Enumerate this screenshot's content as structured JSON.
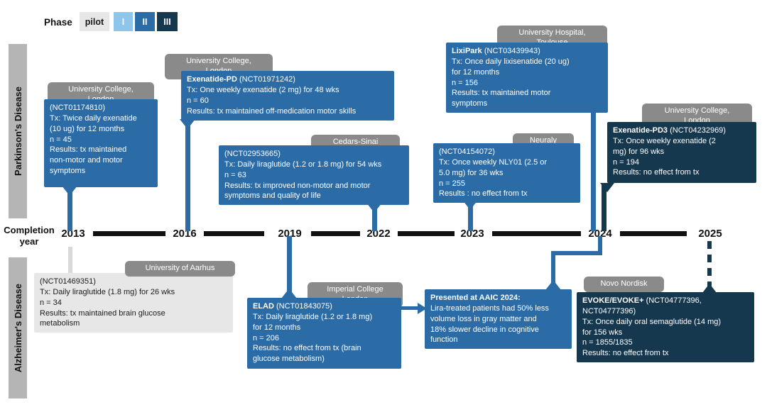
{
  "colors": {
    "phase_pilot": "#e7e7e7",
    "phase_1": "#8dc6e8",
    "phase_2": "#2b6ba6",
    "phase_3": "#16384f",
    "institution_tab": "#8a8a8a",
    "timeline_bar": "#111111",
    "rail": "#b5b5b5",
    "pilot_connector": "#d9d9d9"
  },
  "legend": {
    "title": "Phase",
    "items": [
      {
        "label": "pilot",
        "phase": "pilot"
      },
      {
        "label": "I",
        "phase": "1"
      },
      {
        "label": "II",
        "phase": "2"
      },
      {
        "label": "III",
        "phase": "3"
      }
    ]
  },
  "rails": {
    "top": "Parkinson's Disease",
    "bottom": "Alzheimer's Disease"
  },
  "timeline": {
    "axis_label": "Completion\nyear",
    "years": [
      "2013",
      "2016",
      "2019",
      "2022",
      "2023",
      "2024",
      "2025"
    ]
  },
  "trials": {
    "pd": [
      {
        "institution": "University College,\nLondon",
        "bold": "",
        "reg": "(NCT01174810)",
        "body": "Tx: Twice daily exenatide\n(10 ug) for 12 months\nn = 45\nResults: tx maintained\nnon-motor and motor\nsymptoms",
        "phase": "II",
        "year": "2013"
      },
      {
        "institution": "University College,\nLondon",
        "bold": "Exenatide-PD",
        "reg": " (NCT01971242)",
        "body": "Tx: One weekly exenatide (2 mg) for 48 wks\nn = 60\nResults: tx maintained off-medication motor skills",
        "phase": "II",
        "year": "2016"
      },
      {
        "institution": "Cedars-Sinai\nMedical Centre",
        "bold": "",
        "reg": "(NCT02953665)",
        "body": "Tx: Daily liraglutide (1.2 or 1.8 mg) for 54 wks\nn = 63\nResults: tx improved non-motor and motor\nsymptoms and quality of life",
        "phase": "II",
        "year": "2022"
      },
      {
        "institution": "Neuraly",
        "bold": "",
        "reg": "(NCT04154072)",
        "body": "Tx: Once weekly NLY01 (2.5 or\n5.0 mg) for 36 wks\nn = 255\nResults : no effect from tx",
        "phase": "II",
        "year": "2023"
      },
      {
        "institution": "University Hospital,\nToulouse",
        "bold": "LixiPark",
        "reg": " (NCT03439943)",
        "body": "Tx: Once daily lixisenatide (20 ug)\nfor 12 months\nn = 156\nResults: tx maintained motor\nsymptoms",
        "phase": "II",
        "year": "2024"
      },
      {
        "institution": "University College,\nLondon",
        "bold": "Exenatide-PD3",
        "reg": " (NCT04232969)",
        "body": "Tx: Once weekly exenatide (2\nmg) for 96 wks\nn = 194\nResults: no effect from tx",
        "phase": "III",
        "year": "2024"
      }
    ],
    "ad": [
      {
        "institution": "University of Aarhus",
        "bold": "",
        "reg": "(NCT01469351)",
        "body": "Tx: Daily liraglutide (1.8 mg) for 26 wks\nn = 34\nResults: tx maintained brain glucose\nmetabolism",
        "phase": "pilot",
        "year": "2013"
      },
      {
        "institution": "Imperial College\nLondon",
        "bold": "ELAD",
        "reg": " (NCT01843075)",
        "body": "Tx: Daily liraglutide (1.2 or 1.8 mg)\nfor 12 months\nn = 206\nResults: no effect from tx (brain\nglucose metabolism)",
        "phase": "II",
        "year": "2019"
      },
      {
        "institution": "",
        "bold": "Presented at AAIC 2024:",
        "reg": "",
        "body": "Lira-treated patients had 50% less\nvolume loss in gray matter and\n18% slower decline in cognitive\nfunction",
        "phase": "II",
        "year": "2024"
      },
      {
        "institution": "Novo Nordisk",
        "bold": "EVOKE/EVOKE+",
        "reg": " (NCT04777396,\nNCT04777396)",
        "body": "Tx: Once daily oral semaglutide (14 mg)\nfor 156 wks\nn = 1855/1835\nResults: no effect from tx",
        "phase": "III",
        "year": "2025"
      }
    ]
  }
}
